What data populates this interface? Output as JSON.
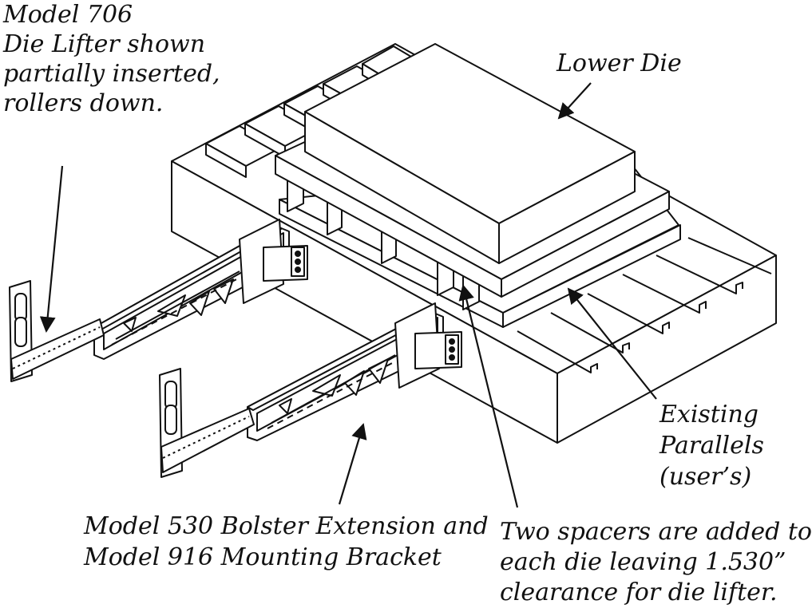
{
  "labels": {
    "die_lifter": [
      "Model 706",
      "Die Lifter shown",
      "partially inserted,",
      "rollers down."
    ],
    "lower_die": "Lower Die",
    "parallels": [
      "Existing",
      "Parallels",
      "(user’s)"
    ],
    "bolster": [
      "Model 530 Bolster Extension and",
      "Model 916 Mounting Bracket"
    ],
    "spacers": [
      "Two spacers are added to",
      "each die leaving 1.530”",
      "clearance for die lifter."
    ]
  },
  "colors": {
    "ink": "#111111",
    "paper": "#ffffff"
  }
}
